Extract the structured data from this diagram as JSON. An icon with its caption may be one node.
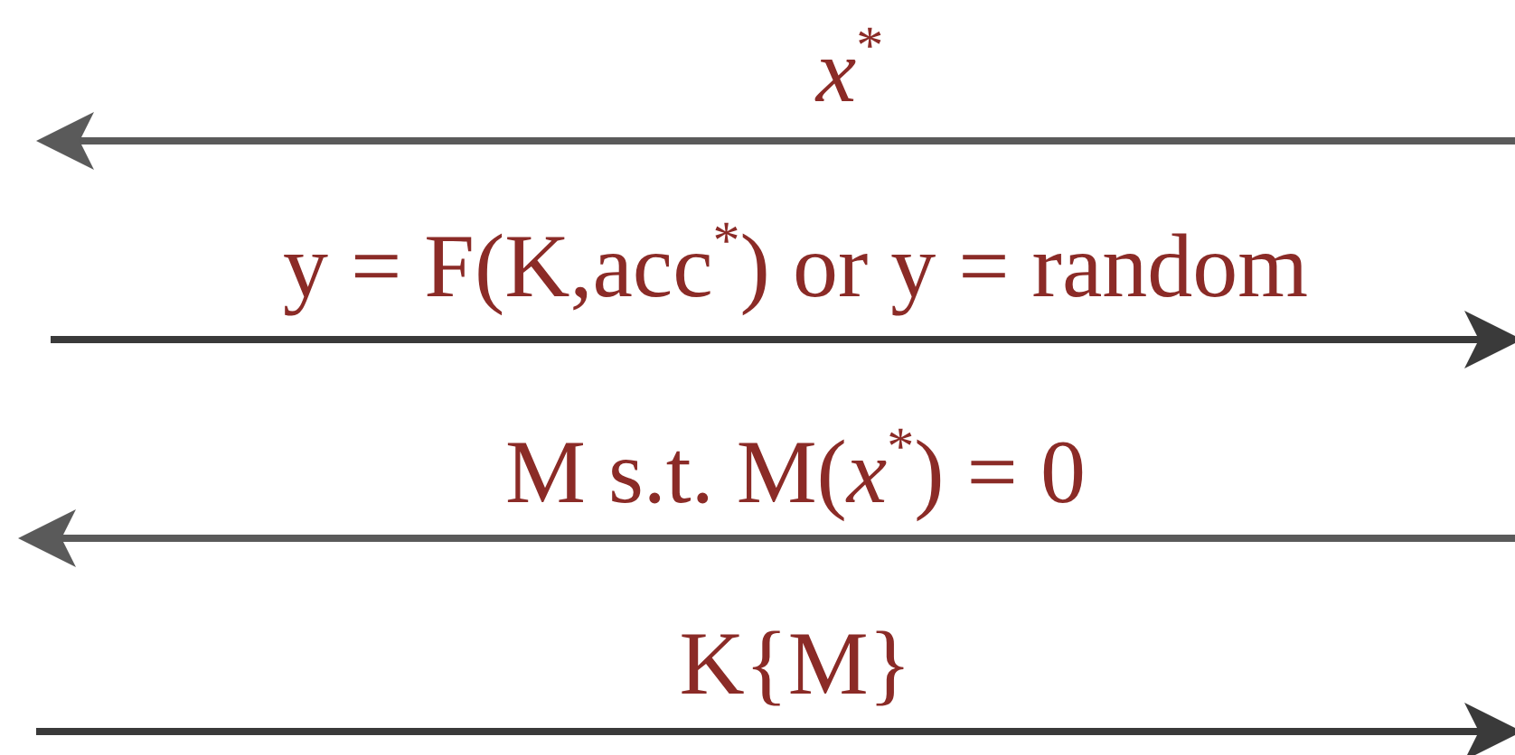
{
  "diagram": {
    "labels": [
      "*x*$^{*}$",
      "y = F(K,acc$^{*}$) or y = random",
      "M s.t. M(*x*$^{*}$) = 0",
      "K{M}"
    ]
  }
}
